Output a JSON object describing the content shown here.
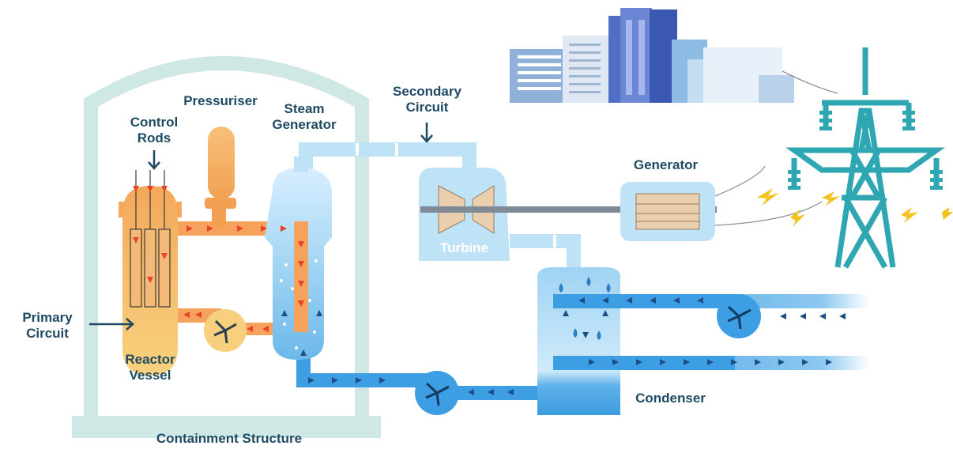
{
  "labels": {
    "pressuriser": "Pressuriser",
    "control_rods": "Control\nRods",
    "steam_generator": "Steam\nGenerator",
    "secondary_circuit": "Secondary\nCircuit",
    "generator": "Generator",
    "turbine": "Turbine",
    "primary_circuit": "Primary\nCircuit",
    "reactor_vessel": "Reactor\nVessel",
    "condenser": "Condenser",
    "containment_structure": "Containment Structure"
  },
  "colors": {
    "containment": "#cfe8e6",
    "primary_pipe": "#f4a25c",
    "primary_arrow": "#e8432a",
    "reactor": "#f6c06a",
    "steam": "#bfe3f6",
    "water": "#3d9ee3",
    "water_dark": "#2b7fc6",
    "arrow_dark": "#1c4f86",
    "pylon": "#2fa7b3",
    "spark": "#f4c21a",
    "label": "#1f4a63"
  },
  "icons": [
    "pump-icon",
    "lightning-icon",
    "pylon-icon",
    "arrow-down-icon",
    "arrow-right-icon"
  ]
}
